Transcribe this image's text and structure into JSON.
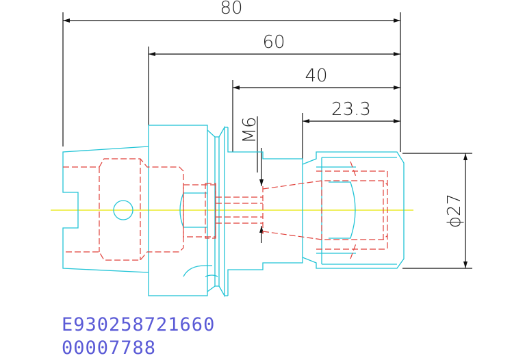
{
  "dimensions": {
    "overall_length": "80",
    "length_60": "60",
    "length_40": "40",
    "length_23": "23.3",
    "thread": "M6",
    "diameter": "ϕ27"
  },
  "codes": {
    "part_number": "E930258721660",
    "serial": "00007788"
  },
  "colors": {
    "outline": "#22c4d6",
    "hidden_lines": "#e0403a",
    "centerline": "#e8e800",
    "dimension": "#111111",
    "code_text": "#5a5ad6"
  }
}
